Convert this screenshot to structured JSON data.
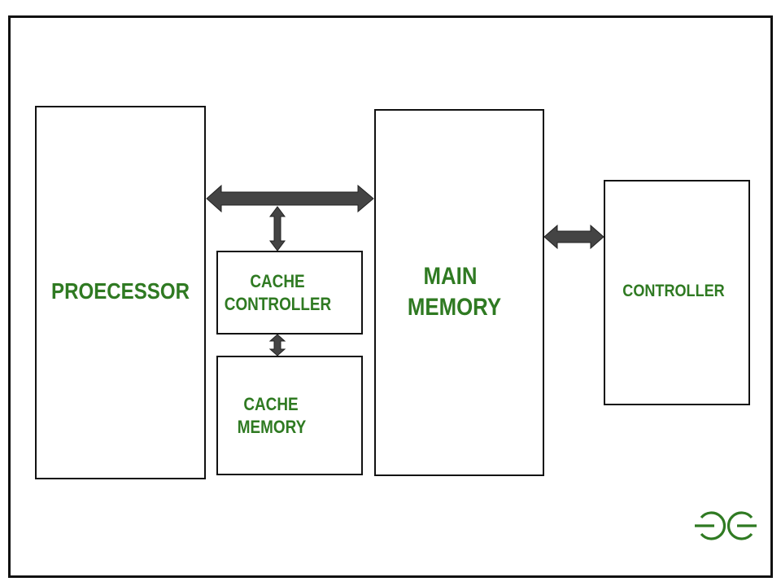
{
  "blocks": {
    "processor": "PROECESSOR",
    "cache_controller": [
      "CACHE",
      "CONTROLLER"
    ],
    "cache_memory": [
      "CACHE",
      "MEMORY"
    ],
    "main_memory": [
      "MAIN",
      "MEMORY"
    ],
    "controller": "CONTROLLER"
  },
  "logo": {
    "name": "geeksforgeeks-logo",
    "text": "GfG"
  },
  "colors": {
    "label": "#2f7a22",
    "arrow": "#444444",
    "border": "#111111",
    "background": "#ffffff"
  }
}
